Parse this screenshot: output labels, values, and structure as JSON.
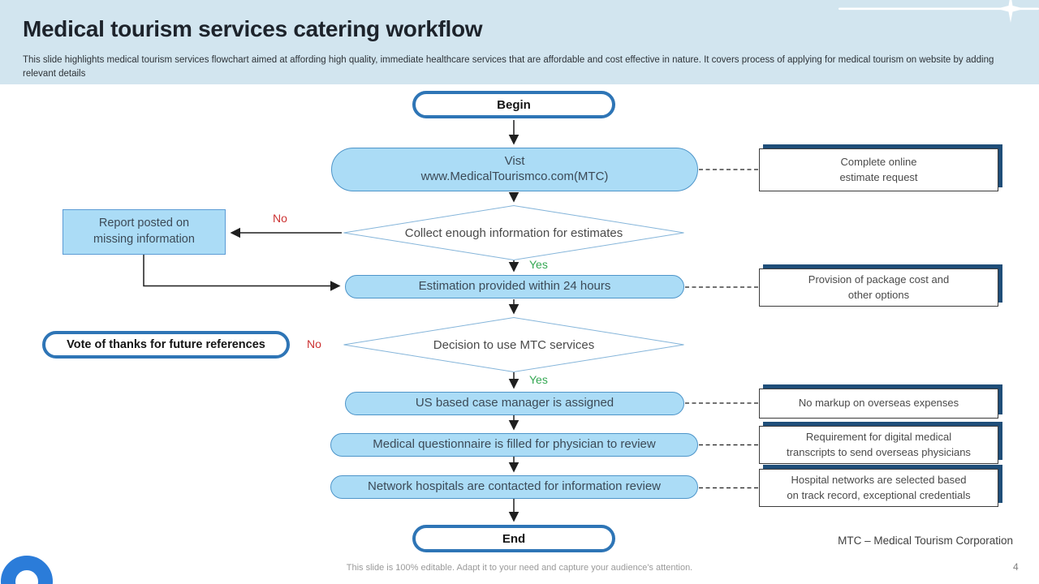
{
  "slide": {
    "title": "Medical tourism services catering workflow",
    "subtitle": "This slide highlights medical tourism services flowchart aimed at affording high quality, immediate healthcare services that are affordable and cost effective in nature. It covers process of applying for medical tourism on website by adding relevant details",
    "legend": "MTC – Medical Tourism Corporation",
    "footer_note": "This slide is 100% editable. Adapt it to your need and capture your audience's attention.",
    "page_number": "4"
  },
  "flow": {
    "begin": "Begin",
    "visit": "Vist\nwww.MedicalTourismco.com(MTC)",
    "collect_diamond": "Collect enough information for estimates",
    "report_box": "Report posted on\nmissing information",
    "estimation": "Estimation provided within 24 hours",
    "decision_diamond": "Decision to use MTC services",
    "vote": "Vote of thanks for future references",
    "case_manager": "US based case manager is assigned",
    "questionnaire": "Medical questionnaire is filled for physician to review",
    "network": "Network hospitals are contacted for information review",
    "end": "End",
    "labels": {
      "no_collect": "No",
      "yes_collect": "Yes",
      "no_decision": "No",
      "yes_decision": "Yes"
    }
  },
  "side_notes": {
    "estimate_request": "Complete online\nestimate request",
    "package_cost": "Provision of package cost and\nother options",
    "no_markup": "No markup on overseas expenses",
    "transcripts": "Requirement for digital medical\ntranscripts to send overseas physicians",
    "hospital_networks": "Hospital networks are selected based\non track record, exceptional credentials"
  },
  "colors": {
    "header_bg": "#d2e5ef",
    "accent_blue": "#2e75b6",
    "node_fill": "#abdcf6",
    "node_border": "#4e95c9",
    "note_bar": "#1f4e79",
    "no_label": "#cc3232",
    "yes_label": "#35a853",
    "logo_blue": "#2b7cd9"
  }
}
